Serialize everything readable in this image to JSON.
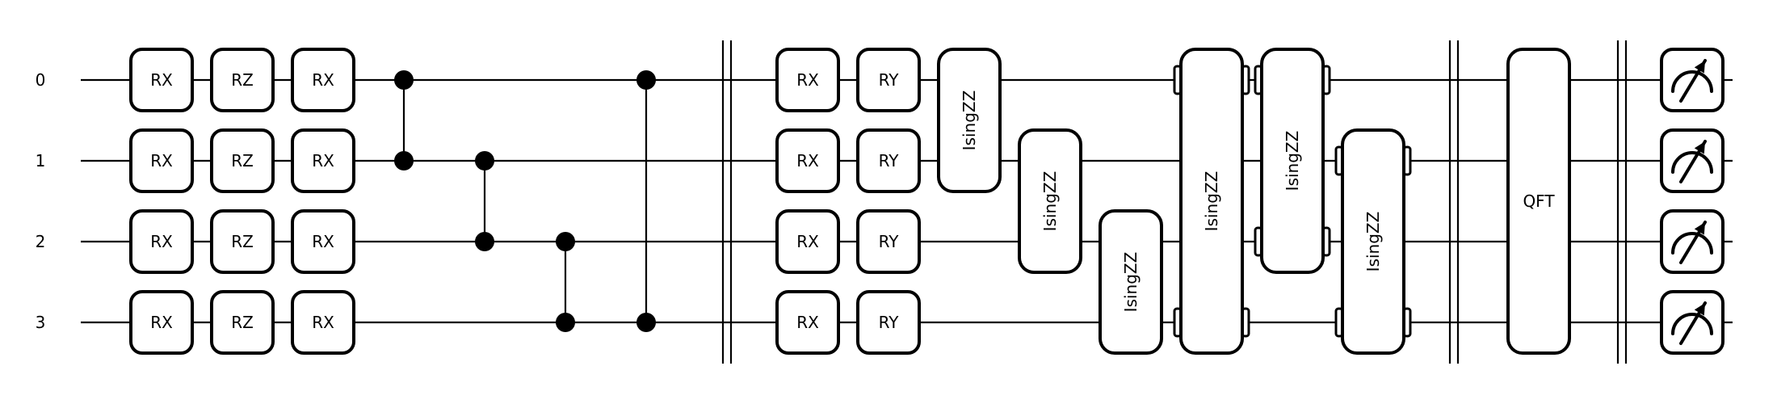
{
  "wires": [
    {
      "label": "0"
    },
    {
      "label": "1"
    },
    {
      "label": "2"
    },
    {
      "label": "3"
    }
  ],
  "layers": [
    {
      "type": "gates",
      "ops": [
        {
          "label": "RX",
          "wire": 0
        },
        {
          "label": "RX",
          "wire": 1
        },
        {
          "label": "RX",
          "wire": 2
        },
        {
          "label": "RX",
          "wire": 3
        }
      ]
    },
    {
      "type": "gates",
      "ops": [
        {
          "label": "RZ",
          "wire": 0
        },
        {
          "label": "RZ",
          "wire": 1
        },
        {
          "label": "RZ",
          "wire": 2
        },
        {
          "label": "RZ",
          "wire": 3
        }
      ]
    },
    {
      "type": "gates",
      "ops": [
        {
          "label": "RX",
          "wire": 0
        },
        {
          "label": "RX",
          "wire": 1
        },
        {
          "label": "RX",
          "wire": 2
        },
        {
          "label": "RX",
          "wire": 3
        }
      ]
    },
    {
      "type": "control",
      "wires": [
        0,
        1
      ]
    },
    {
      "type": "control",
      "wires": [
        1,
        2
      ]
    },
    {
      "type": "control",
      "wires": [
        2,
        3
      ]
    },
    {
      "type": "control",
      "wires": [
        0,
        3
      ]
    },
    {
      "type": "barrier"
    },
    {
      "type": "gates",
      "ops": [
        {
          "label": "RX",
          "wire": 0
        },
        {
          "label": "RX",
          "wire": 1
        },
        {
          "label": "RX",
          "wire": 2
        },
        {
          "label": "RX",
          "wire": 3
        }
      ]
    },
    {
      "type": "gates",
      "ops": [
        {
          "label": "RY",
          "wire": 0
        },
        {
          "label": "RY",
          "wire": 1
        },
        {
          "label": "RY",
          "wire": 2
        },
        {
          "label": "RY",
          "wire": 3
        }
      ]
    },
    {
      "type": "multi",
      "label": "IsingZZ",
      "wires": [
        0,
        1
      ]
    },
    {
      "type": "multi",
      "label": "IsingZZ",
      "wires": [
        1,
        2
      ]
    },
    {
      "type": "multi",
      "label": "IsingZZ",
      "wires": [
        2,
        3
      ]
    },
    {
      "type": "multi",
      "label": "IsingZZ",
      "wires": [
        0,
        3
      ]
    },
    {
      "type": "multi",
      "label": "IsingZZ",
      "wires": [
        0,
        2
      ]
    },
    {
      "type": "multi",
      "label": "IsingZZ",
      "wires": [
        1,
        3
      ]
    },
    {
      "type": "barrier"
    },
    {
      "type": "multi",
      "label": "QFT",
      "wires": [
        0,
        1,
        2,
        3
      ],
      "horizontal": true
    },
    {
      "type": "barrier"
    },
    {
      "type": "measure",
      "wires": [
        0,
        1,
        2,
        3
      ]
    }
  ]
}
